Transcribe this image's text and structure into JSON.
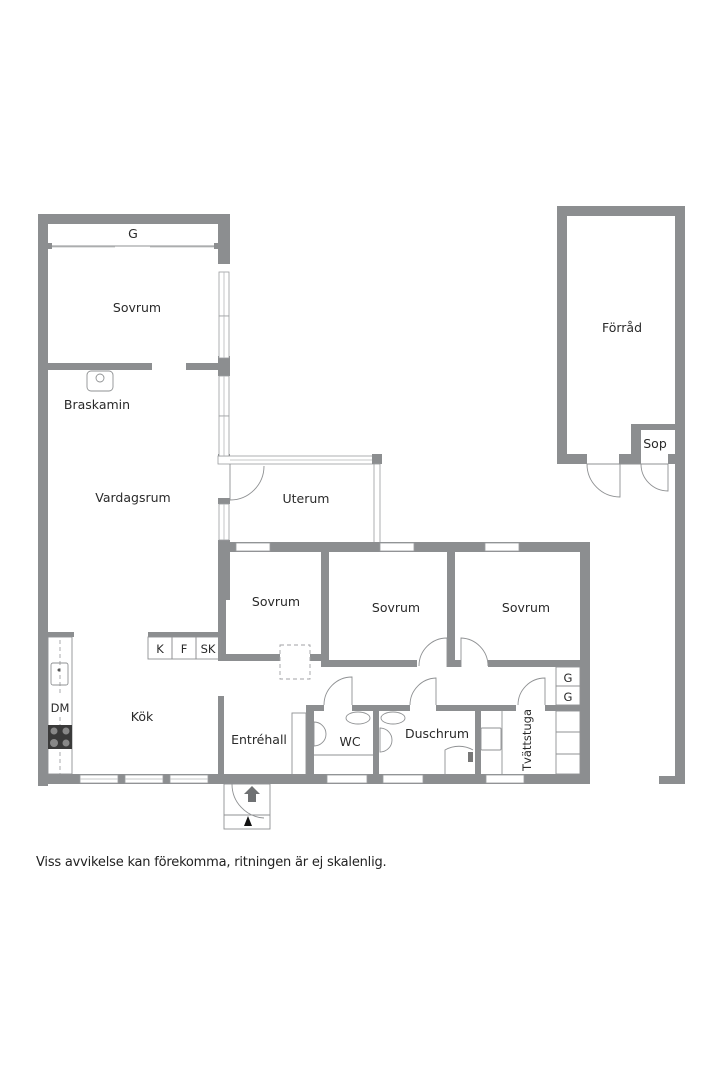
{
  "rooms": {
    "sovrum_top": "Sovrum",
    "wardrobe_top": "G",
    "braskamin": "Braskamin",
    "vardagsrum": "Vardagsrum",
    "uterum": "Uterum",
    "sovrum_1": "Sovrum",
    "sovrum_2": "Sovrum",
    "sovrum_3": "Sovrum",
    "kok": "Kök",
    "entrehall": "Entréhall",
    "wc": "WC",
    "duschrum": "Duschrum",
    "tvattstuga": "Tvättstuga",
    "forrad": "Förråd",
    "sop": "Sop"
  },
  "fixtures": {
    "k": "K",
    "f": "F",
    "sk": "SK",
    "dm": "DM",
    "g1": "G",
    "g2": "G"
  },
  "caption": "Viss avvikelse kan förekomma, ritningen är ej skalenlig.",
  "colors": {
    "wall": "#8c8e90",
    "text": "#2a2a2a",
    "background": "#ffffff"
  }
}
